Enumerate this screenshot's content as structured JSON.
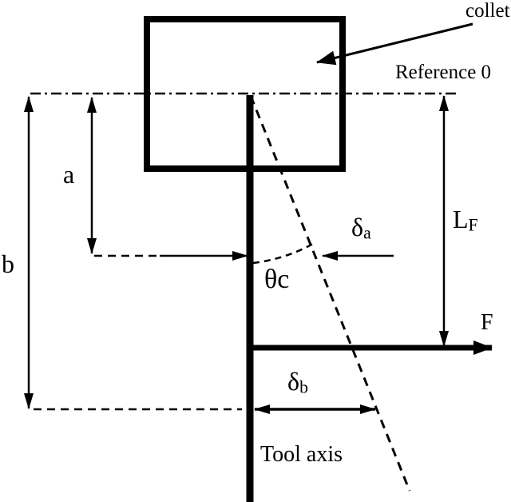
{
  "figure": {
    "ink_color": "#000000",
    "background_color": "#ffffff"
  },
  "labels": {
    "collet": "collet",
    "reference_zero": "Reference 0",
    "dim_a": "a",
    "dim_b": "b",
    "length_lf": {
      "main": "L",
      "sub": "F"
    },
    "delta_a": {
      "main": "δ",
      "sub": "a"
    },
    "theta_c": "θc",
    "force_f": "F",
    "delta_b": {
      "main": "δ",
      "sub": "b"
    },
    "tool_axis": "Tool axis"
  }
}
